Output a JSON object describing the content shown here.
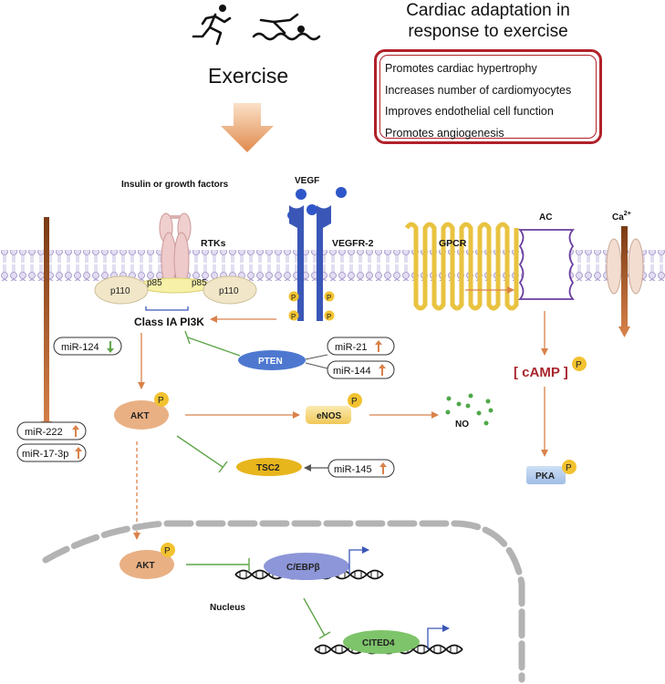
{
  "header": {
    "title_line1": "Cardiac adaptation in",
    "title_line2": "response to exercise",
    "exercise_label": "Exercise",
    "effects": [
      "Promotes cardiac hypertrophy",
      "Increases number of cardiomyocytes",
      "Improves endothelial cell function",
      "Promotes angiogenesis"
    ]
  },
  "membrane": {
    "insulin_label": "Insulin or growth factors",
    "rtks": "RTKs",
    "p110": "p110",
    "p85": "p85",
    "vegf": "VEGF",
    "vegfr2": "VEGFR-2",
    "gpcr": "GPCR",
    "ac": "AC",
    "ca_base": "Ca",
    "ca_sup": "2+"
  },
  "pathway": {
    "pi3k": "Class IA PI3K",
    "pten": "PTEN",
    "akt": "AKT",
    "enos": "eNOS",
    "no": "NO",
    "tsc2": "TSC2",
    "camp": "[ cAMP ]",
    "pka": "PKA",
    "p": "P"
  },
  "mirnas": {
    "mir124": "miR-124",
    "mir21": "miR-21",
    "mir144": "miR-144",
    "mir222": "miR-222",
    "mir17": "miR-17-3p",
    "mir145": "miR-145"
  },
  "nucleus": {
    "akt": "AKT",
    "cebpb": "C/EBPβ",
    "nucleus_label": "Nucleus",
    "cited4": "CITED4"
  },
  "colors": {
    "arrow_orange": "#d9824a",
    "inhibit_green": "#5fa54a",
    "border_red": "#b0212a",
    "camp_red": "#a8262c",
    "phospho_yellow": "#f2c230",
    "vegfr_blue": "#3a57b7",
    "gpcr_yellow": "#e9c340",
    "ac_purple": "#6a3fa0"
  }
}
